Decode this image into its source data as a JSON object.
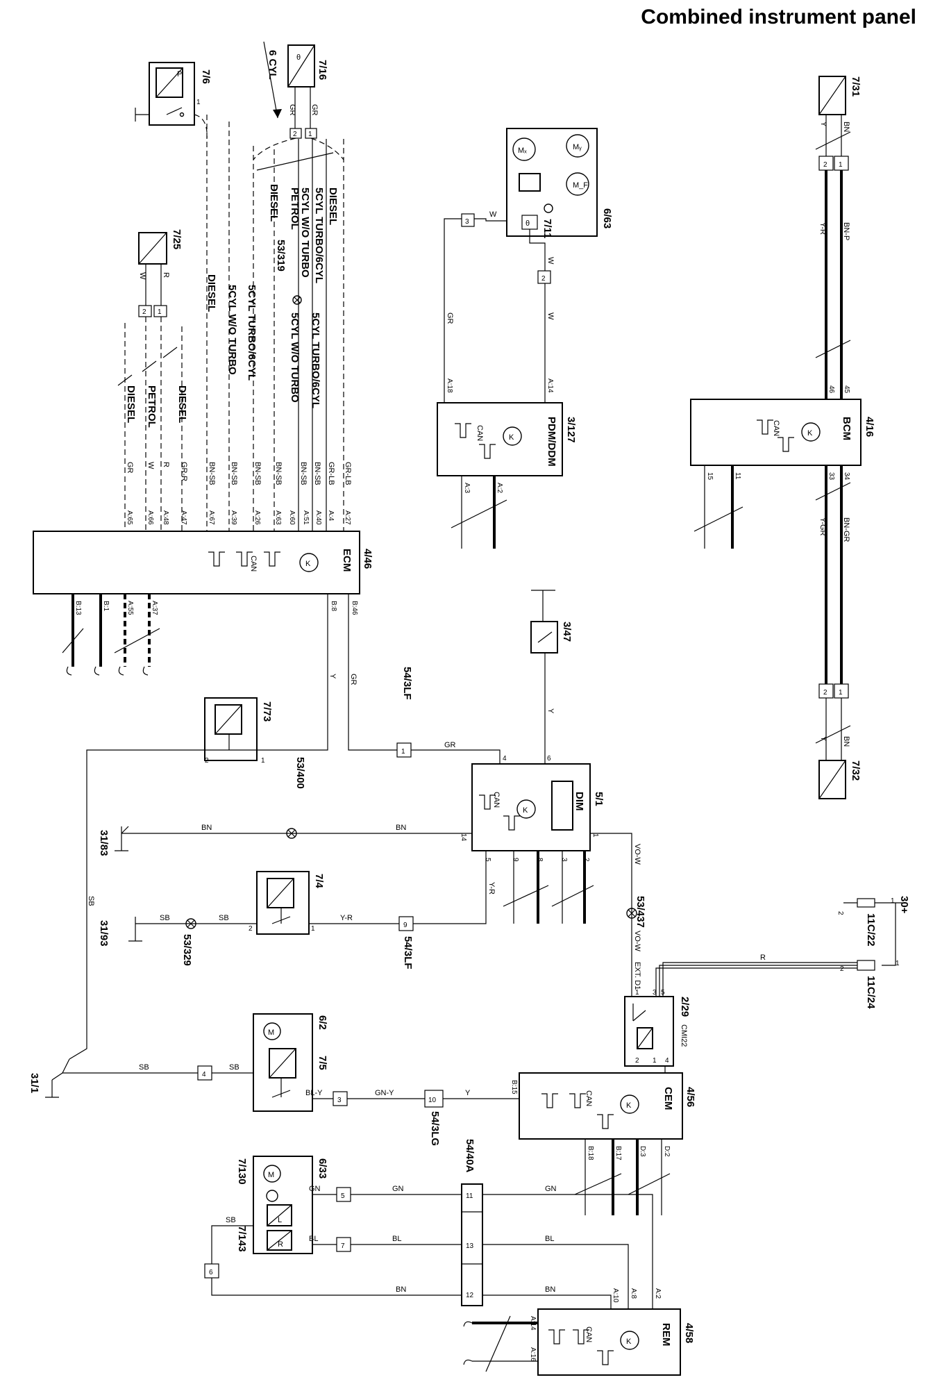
{
  "title": "Combined instrument panel",
  "components": {
    "ecm": {
      "ref": "4/46",
      "name": "ECM"
    },
    "bcm": {
      "ref": "4/16",
      "name": "BCM"
    },
    "pdm": {
      "ref": "3/127",
      "name": "PDM/DDM"
    },
    "dim": {
      "ref": "5/1",
      "name": "DIM"
    },
    "cem": {
      "ref": "4/56",
      "name": "CEM"
    },
    "rem": {
      "ref": "4/58",
      "name": "REM"
    },
    "s7_6": {
      "ref": "7/6"
    },
    "s7_16": {
      "ref": "7/16"
    },
    "s7_25": {
      "ref": "7/25"
    },
    "s7_31": {
      "ref": "7/31"
    },
    "s7_32": {
      "ref": "7/32"
    },
    "s7_73": {
      "ref": "7/73"
    },
    "s7_4": {
      "ref": "7/4"
    },
    "s7_5": {
      "ref": "7/5"
    },
    "m6_2": {
      "ref": "6/2"
    },
    "m6_63": {
      "ref": "6/63"
    },
    "s7_11": {
      "ref": "7/11"
    },
    "m6_33": {
      "ref": "6/33"
    },
    "s7_130": {
      "ref": "7/130"
    },
    "s7_143": {
      "ref": "7/143"
    },
    "sw3_47": {
      "ref": "3/47"
    },
    "r2_29": {
      "ref": "2/29",
      "note": "CMI22"
    },
    "f11c22": {
      "ref": "11C/22"
    },
    "f11c24": {
      "ref": "11C/24"
    },
    "supply": {
      "ref": "30+"
    },
    "g31_83": {
      "ref": "31/83"
    },
    "g31_93": {
      "ref": "31/93"
    },
    "g31_1": {
      "ref": "31/1"
    },
    "sp53_319": {
      "ref": "53/319"
    },
    "sp53_400": {
      "ref": "53/400"
    },
    "sp53_329": {
      "ref": "53/329"
    },
    "sp53_437": {
      "ref": "53/437"
    },
    "c54_3lf_a": {
      "ref": "54/3LF"
    },
    "c54_3lf_b": {
      "ref": "54/3LF"
    },
    "c54_3lg": {
      "ref": "54/3LG"
    },
    "c54_40a": {
      "ref": "54/40A"
    }
  },
  "engine_variants": {
    "six_cyl": "6 CYL",
    "diesel": "DIESEL",
    "petrol": "PETROL",
    "turbo": "5CYL TURBO/6CYL",
    "no_turbo": "5CYL W/O TURBO",
    "ext_d1": "EXT. D1"
  },
  "wire_colors": {
    "gr": "GR",
    "y": "Y",
    "w": "W",
    "r": "R",
    "bn": "BN",
    "sb": "SB",
    "bl": "BL",
    "gn": "GN",
    "gr_r": "GR-R",
    "gr_lb": "GR-LB",
    "bn_sb": "BN-SB",
    "bn_p": "BN-P",
    "y_r": "Y-R",
    "bn_gr": "BN-GR",
    "y_gr": "Y-GR",
    "vo_w": "VO-W",
    "bl_y": "BL-Y",
    "gn_y": "GN-Y"
  },
  "pins": {
    "ecm": [
      "A:65",
      "A:66",
      "A:48",
      "A:47",
      "A:67",
      "A:39",
      "A:26",
      "A:63",
      "A:60",
      "A:51",
      "A:40",
      "A:4",
      "A:27"
    ],
    "ecm_bottom": [
      "B:13",
      "B:1",
      "A:55",
      "A:37",
      "B:8",
      "B:46"
    ],
    "pdm": [
      "A:18",
      "A:14",
      "A:3",
      "A:2"
    ],
    "bcm": [
      "46",
      "45",
      "15",
      "11",
      "33",
      "34"
    ],
    "dim_top": [
      "4",
      "6"
    ],
    "dim_side": [
      "14",
      "1"
    ],
    "dim_bottom": [
      "5",
      "9",
      "8",
      "3",
      "2"
    ],
    "cem": [
      "B:15",
      "B:18",
      "B:17",
      "D:3",
      "D:2"
    ],
    "rem": [
      "A:10",
      "A:8",
      "A:2",
      "A:14",
      "A:16"
    ],
    "relay": [
      "1",
      "3",
      "5",
      "2",
      "1",
      "4"
    ],
    "connector_nums": [
      "1",
      "2",
      "3",
      "4",
      "5",
      "6",
      "7",
      "9",
      "10",
      "11",
      "12",
      "13"
    ]
  }
}
